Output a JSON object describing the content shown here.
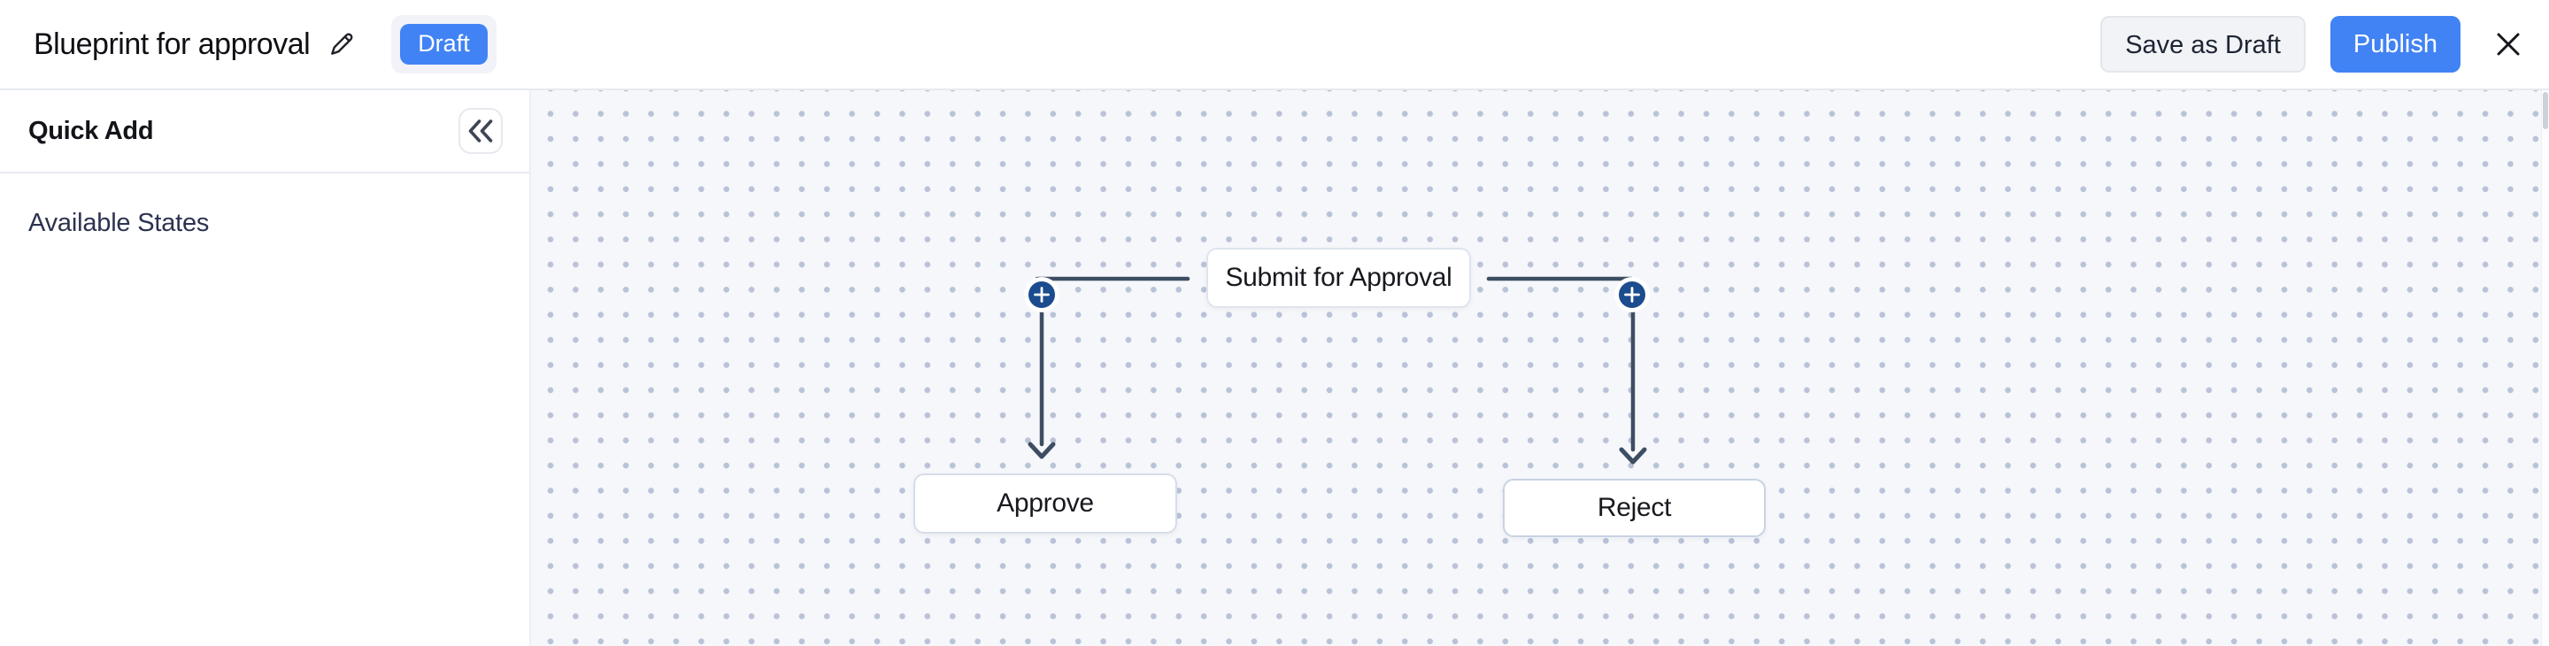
{
  "header": {
    "title": "Blueprint for approval",
    "status_badge": "Draft",
    "save_draft_label": "Save as Draft",
    "publish_label": "Publish",
    "edit_icon": "pencil-icon",
    "close_icon": "close-icon"
  },
  "sidebar": {
    "title": "Quick Add",
    "collapse_icon": "double-chevron-left-icon",
    "section_label": "Available States"
  },
  "canvas": {
    "nodes": [
      {
        "id": "submit-for-approval",
        "label": "Submit for Approval"
      },
      {
        "id": "approve",
        "label": "Approve"
      },
      {
        "id": "reject",
        "label": "Reject"
      }
    ],
    "add_buttons": [
      {
        "id": "add-transition-left",
        "icon": "plus-icon"
      },
      {
        "id": "add-transition-right",
        "icon": "plus-icon"
      }
    ]
  },
  "colors": {
    "accent_blue": "#4183f4",
    "node_navy": "#1a4c8e",
    "connector_slate": "#3d4e63",
    "canvas_bg": "#f6f7fb",
    "canvas_dot": "#b9c2d7"
  }
}
